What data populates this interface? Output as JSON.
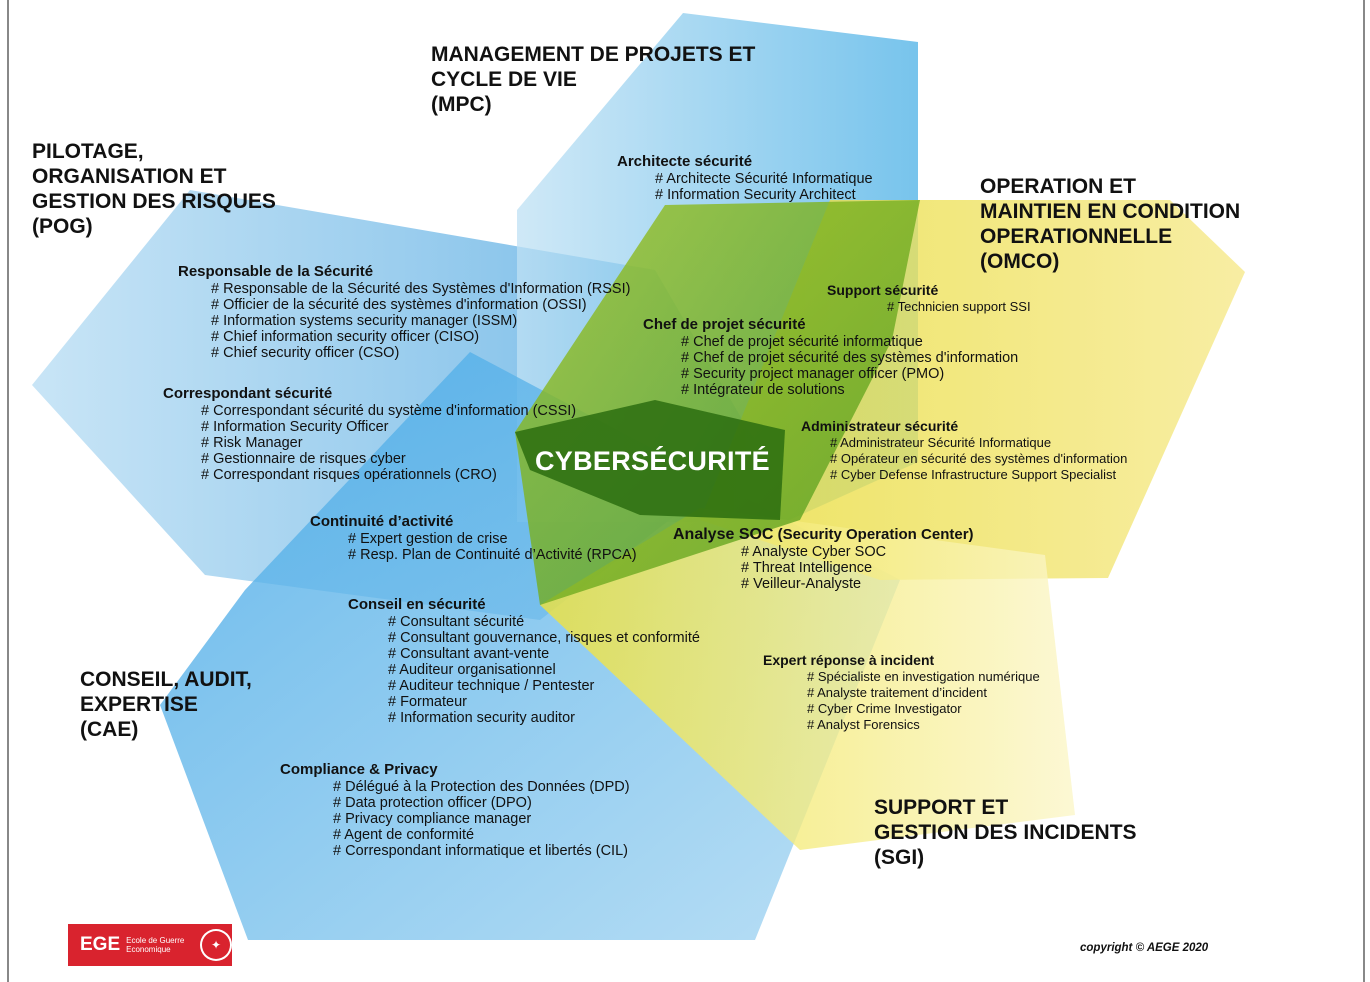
{
  "center_label": "CYBERSÉCURITÉ",
  "domains": {
    "mpc": [
      "MANAGEMENT DE PROJETS ET",
      "CYCLE DE VIE",
      "(MPC)"
    ],
    "pog": [
      "PILOTAGE,",
      "ORGANISATION ET",
      "GESTION DES RISQUES",
      "(POG)"
    ],
    "omco": [
      "OPERATION ET",
      "MAINTIEN EN CONDITION",
      "OPERATIONNELLE",
      "(OMCO)"
    ],
    "cae": [
      "CONSEIL, AUDIT,",
      "EXPERTISE",
      "(CAE)"
    ],
    "sgi": [
      "SUPPORT ET",
      "GESTION DES INCIDENTS",
      "(SGI)"
    ]
  },
  "roles": {
    "architecte": {
      "title": "Architecte sécurité",
      "items": [
        "# Architecte Sécurité Informatique",
        "# Information Security Architect"
      ]
    },
    "responsable": {
      "title": "Responsable de la Sécurité",
      "items": [
        "# Responsable de la Sécurité des Systèmes d'Information (RSSI)",
        "# Officier de la sécurité des systèmes d'information (OSSI)",
        "# Information systems security manager (ISSM)",
        "# Chief information security officer (CISO)",
        "# Chief security officer (CSO)"
      ]
    },
    "correspondant": {
      "title": "Correspondant sécurité",
      "items": [
        "# Correspondant sécurité du système d'information (CSSI)",
        "# Information Security Officer",
        "# Risk Manager",
        "# Gestionnaire de risques cyber",
        "# Correspondant risques opérationnels (CRO)"
      ]
    },
    "support": {
      "title": "Support sécurité",
      "items": [
        "# Technicien support SSI"
      ]
    },
    "chef": {
      "title": "Chef de projet sécurité",
      "items": [
        "# Chef de projet sécurité informatique",
        "# Chef de projet sécurité des systèmes d'information",
        "# Security project manager officer (PMO)",
        "# Intégrateur de solutions"
      ]
    },
    "admin": {
      "title": "Administrateur sécurité",
      "items": [
        "# Administrateur Sécurité Informatique",
        "# Opérateur en sécurité des systèmes d'information",
        "# Cyber Defense Infrastructure Support Specialist"
      ]
    },
    "continuite": {
      "title": "Continuité d’activité",
      "items": [
        "# Expert gestion de crise",
        "# Resp. Plan de Continuité d’Activité (RPCA)"
      ]
    },
    "soc": {
      "title": "Analyse SOC",
      "title_suffix": " (Security Operation Center)",
      "items": [
        "# Analyste Cyber SOC",
        "# Threat Intelligence",
        "# Veilleur-Analyste"
      ]
    },
    "conseil": {
      "title": "Conseil en sécurité",
      "items": [
        "# Consultant sécurité",
        "# Consultant gouvernance, risques et conformité",
        "# Consultant avant-vente",
        "# Auditeur organisationnel",
        "# Auditeur technique / Pentester",
        "# Formateur",
        "# Information security auditor"
      ]
    },
    "incident": {
      "title": "Expert réponse à incident",
      "items": [
        "# Spécialiste en investigation numérique",
        "# Analyste traitement d’incident",
        "# Cyber Crime Investigator",
        "# Analyst Forensics"
      ]
    },
    "compliance": {
      "title": "Compliance & Privacy",
      "items": [
        "# Délégué à la Protection des Données (DPD)",
        "# Data protection officer (DPO)",
        "# Privacy compliance manager",
        "# Agent de conformité",
        "# Correspondant informatique et libertés (CIL)"
      ]
    }
  },
  "logo": {
    "abbr": "EGE",
    "line1": "Ecole de Guerre",
    "line2": "Economique"
  },
  "copyright": "copyright © AEGE 2020",
  "colors": {
    "blue": "#3fa6e0",
    "yellow": "#f5e03a",
    "green": "#6aa61e",
    "dark_green": "#2e7d12",
    "red": "#d9232e"
  }
}
